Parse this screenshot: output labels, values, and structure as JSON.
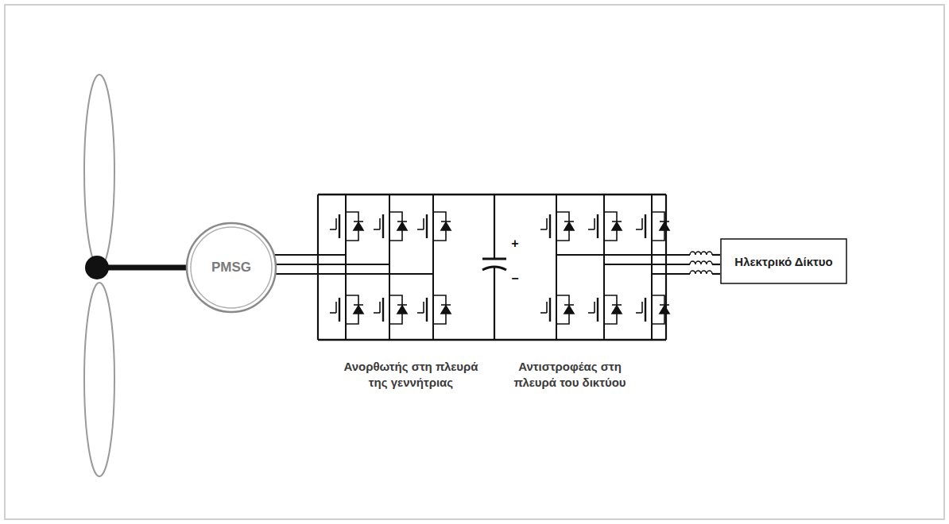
{
  "diagram": {
    "nodes": [
      {
        "text": [
          "PMSG"
        ]
      },
      {
        "text": [
          "Ηλεκτρικό Δίκτυο"
        ]
      }
    ],
    "labels": [
      "Ανορθωτής στη πλευρά της γεννήτριας",
      "Αντιστροφέας στη πλευρά του δικτύου",
      "+",
      "−"
    ]
  }
}
